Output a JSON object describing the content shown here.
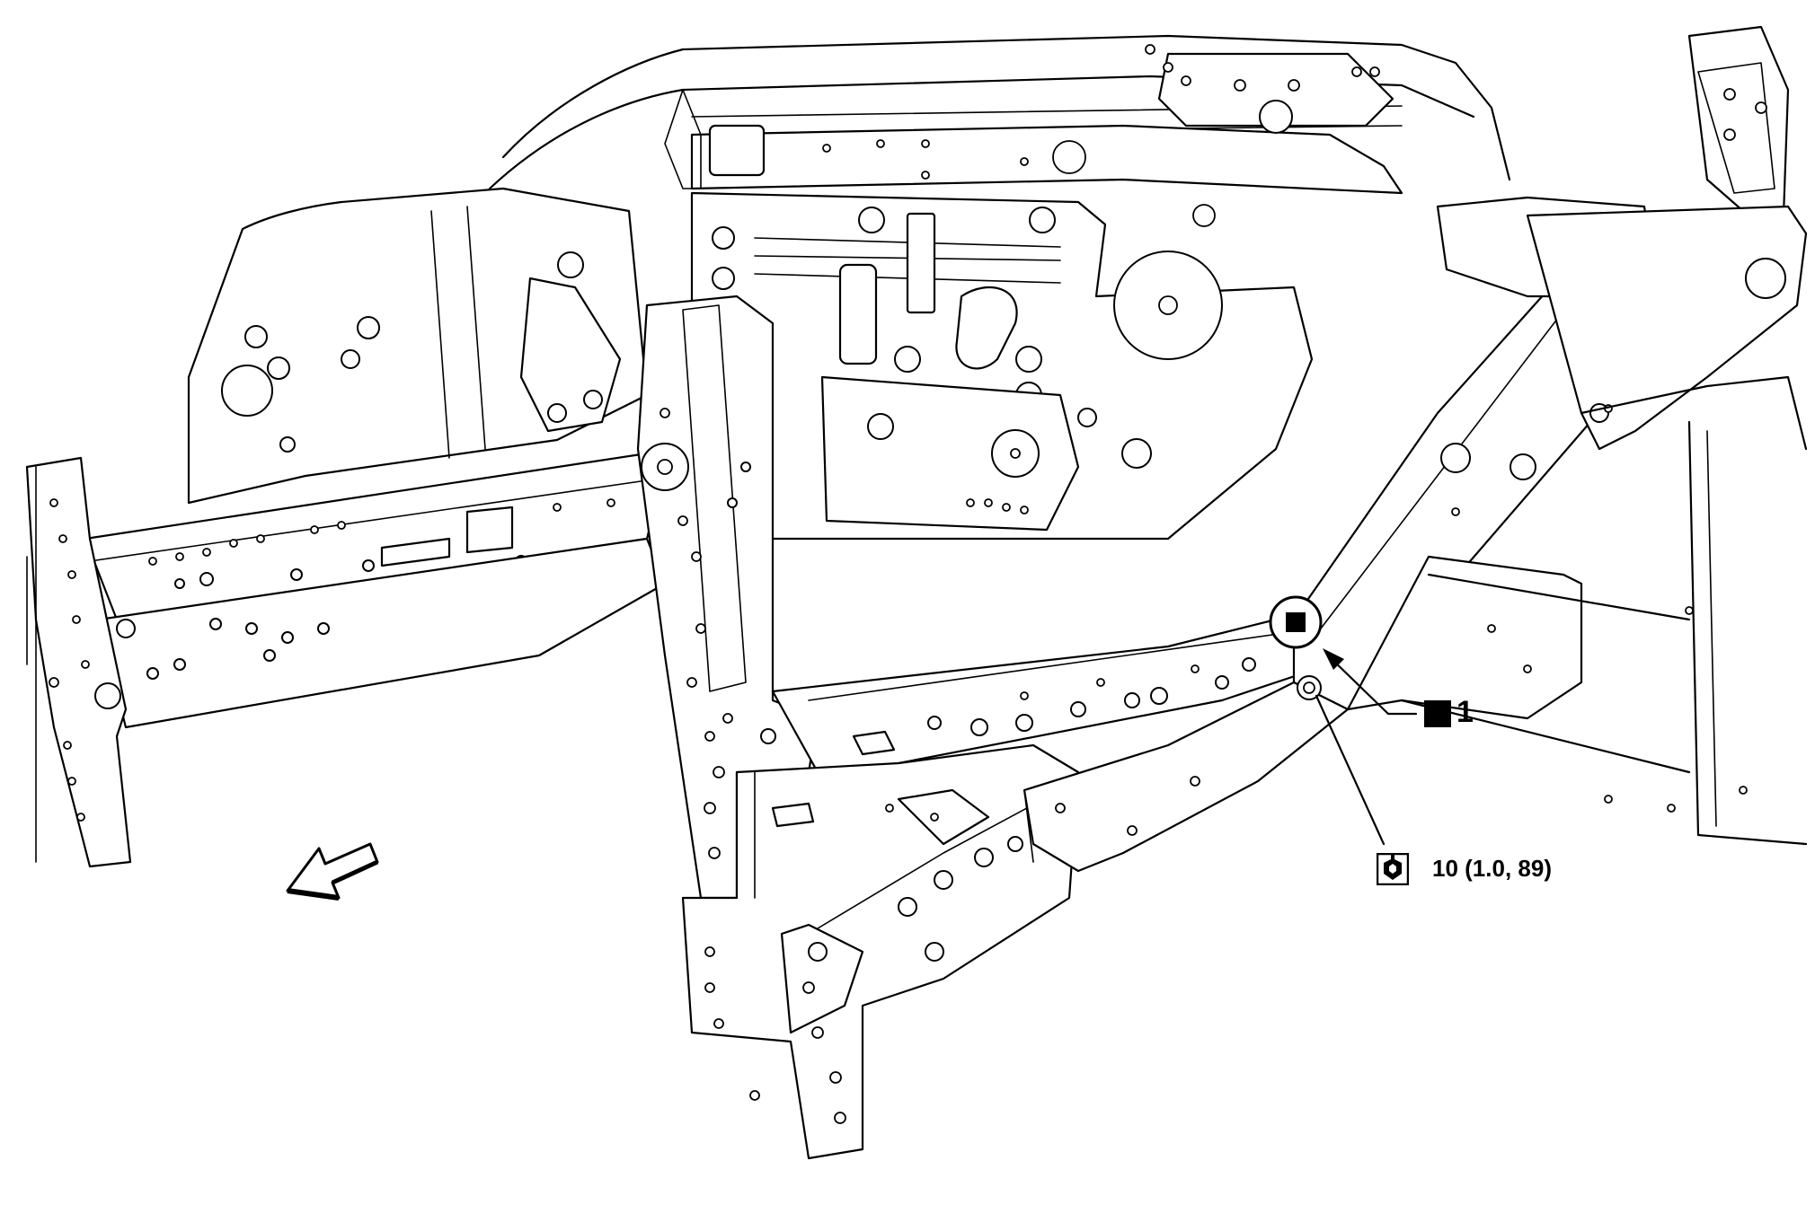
{
  "callouts": {
    "item_number": "1",
    "torque_value": "10 (1.0, 89)"
  },
  "icons": {
    "fastener_symbol": "filled-square-marker",
    "torque_symbol": "tightening-torque-wrench-icon",
    "direction_arrow": "vehicle-front-arrow"
  },
  "colors": {
    "line": "#000000",
    "background": "#ffffff"
  }
}
